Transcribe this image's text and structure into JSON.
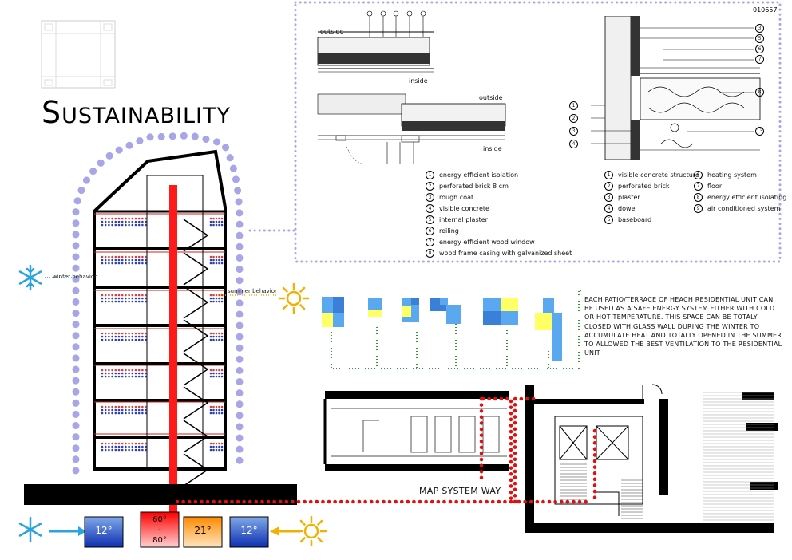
{
  "sheet_code": "010657",
  "title": "Sustainability",
  "detail_a": {
    "label_outside_1": "outside",
    "label_inside_1": "inside",
    "label_outside_2": "outside",
    "label_inside_2": "inside",
    "legend": [
      {
        "n": "1",
        "text": "energy efficient isolation"
      },
      {
        "n": "2",
        "text": "perforated brick 8 cm"
      },
      {
        "n": "3",
        "text": "rough coat"
      },
      {
        "n": "4",
        "text": "visible concrete"
      },
      {
        "n": "5",
        "text": "internal plaster"
      },
      {
        "n": "6",
        "text": "reiling"
      },
      {
        "n": "7",
        "text": "energy efficient wood window"
      },
      {
        "n": "8",
        "text": "wood frame casing with galvanized sheet"
      }
    ]
  },
  "detail_b": {
    "legend_left": [
      {
        "n": "1",
        "text": "visible concrete structure"
      },
      {
        "n": "2",
        "text": "perforated brick"
      },
      {
        "n": "3",
        "text": "plaster"
      },
      {
        "n": "4",
        "text": "dowel"
      },
      {
        "n": "5",
        "text": "baseboard"
      }
    ],
    "legend_right": [
      {
        "n": "6",
        "text": "heating system"
      },
      {
        "n": "7",
        "text": "floor"
      },
      {
        "n": "8",
        "text": "energy efficient isolating"
      },
      {
        "n": "9",
        "text": "air conditioned system"
      }
    ],
    "callouts_right": [
      "3",
      "5",
      "6",
      "7",
      "8",
      "13"
    ],
    "callouts_left": [
      "1",
      "2",
      "3",
      "4"
    ]
  },
  "section": {
    "winter_label": "winter behavior",
    "summer_label": "summer behavior"
  },
  "temperatures": {
    "cold_left": "12°",
    "hot_top": "60°",
    "hot_sep": "-",
    "hot_bottom": "80°",
    "mid": "21°",
    "cold_right": "12°"
  },
  "patio_text": "Each patio/terrace of heach residential unit can be used as a safe energy system either with cold or hot temperature. This space can be totaly closed with glass wall during the winter to accumulate heat and totally opened in the summer to allowed the best ventilation to the residential unit",
  "map_label": "MAP SYSTEM WAY",
  "colors": {
    "heat_red": "#ff1a1a",
    "cold_blue": "#1565c0",
    "dot_lilac": "#a9a6e8",
    "patio_blue": "#5aa8f0",
    "patio_yellow": "#ffff66",
    "dot_green": "#2a9d2a",
    "map_red": "#e01010"
  }
}
